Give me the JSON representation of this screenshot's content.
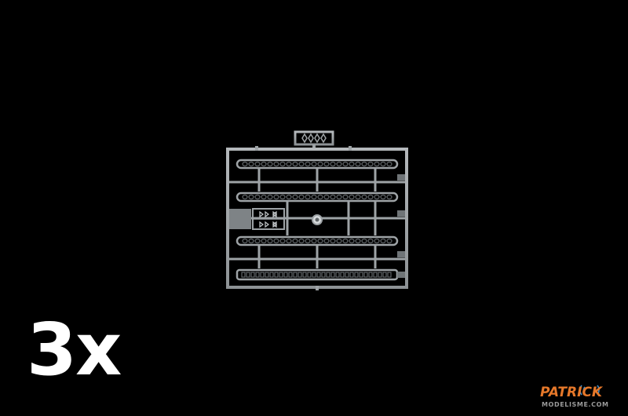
{
  "quantity_label": "3x",
  "watermark": {
    "brand": "PATRICK",
    "site": "MODELISME.COM"
  },
  "colors": {
    "background": "#000000",
    "sprue_plastic": "#9ea3a6",
    "sprue_dark": "#5f6467",
    "quantity_text": "#ffffff",
    "watermark_brand": "#e6782a",
    "watermark_site": "#9a9a9a",
    "watermark_signal": "#3a8fd0"
  }
}
